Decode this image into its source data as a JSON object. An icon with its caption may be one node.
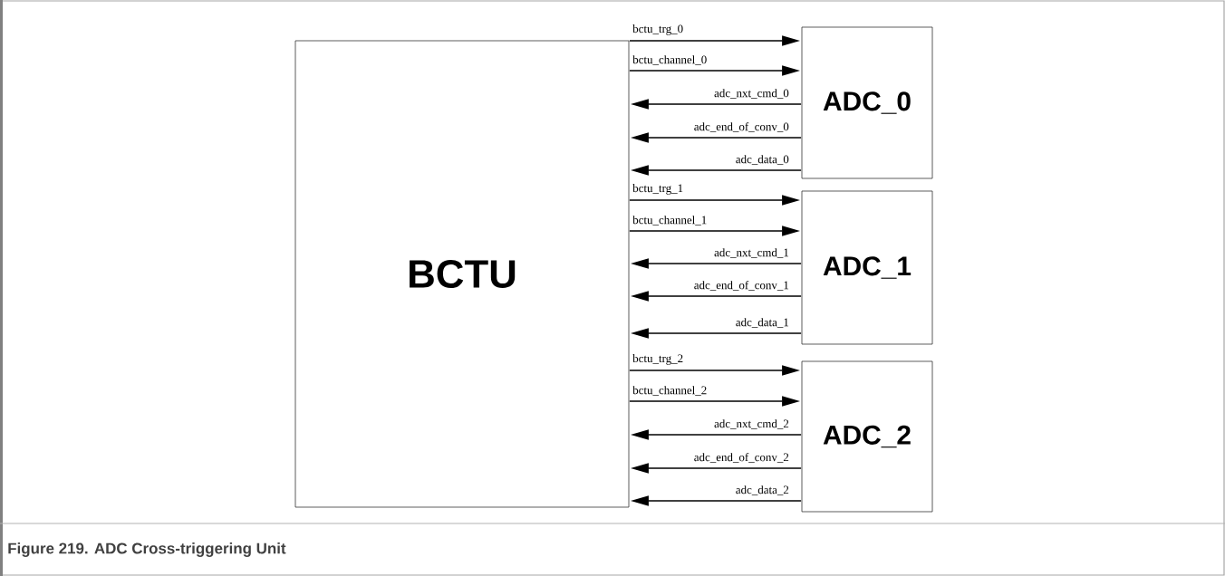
{
  "diagram": {
    "caption": "Figure 219.  ADC Cross-triggering Unit",
    "nodes": [
      {
        "text": [
          "BCTU"
        ]
      },
      {
        "text": [
          "ADC_0"
        ]
      },
      {
        "text": [
          "ADC_1"
        ]
      },
      {
        "text": [
          "ADC_2"
        ]
      }
    ],
    "edges": [
      {
        "from": 0,
        "to": 1,
        "arrow": "to",
        "label": "bctu_trg_0"
      },
      {
        "from": 0,
        "to": 1,
        "arrow": "to",
        "label": "bctu_channel_0"
      },
      {
        "from": 1,
        "to": 0,
        "arrow": "to",
        "label": "adc_nxt_cmd_0"
      },
      {
        "from": 1,
        "to": 0,
        "arrow": "to",
        "label": "adc_end_of_conv_0"
      },
      {
        "from": 1,
        "to": 0,
        "arrow": "to",
        "label": "adc_data_0"
      },
      {
        "from": 0,
        "to": 2,
        "arrow": "to",
        "label": "bctu_trg_1"
      },
      {
        "from": 0,
        "to": 2,
        "arrow": "to",
        "label": "bctu_channel_1"
      },
      {
        "from": 2,
        "to": 0,
        "arrow": "to",
        "label": "adc_nxt_cmd_1"
      },
      {
        "from": 2,
        "to": 0,
        "arrow": "to",
        "label": "adc_end_of_conv_1"
      },
      {
        "from": 2,
        "to": 0,
        "arrow": "to",
        "label": "adc_data_1"
      },
      {
        "from": 0,
        "to": 3,
        "arrow": "to",
        "label": "bctu_trg_2"
      },
      {
        "from": 0,
        "to": 3,
        "arrow": "to",
        "label": "bctu_channel_2"
      },
      {
        "from": 3,
        "to": 0,
        "arrow": "to",
        "label": "adc_nxt_cmd_2"
      },
      {
        "from": 3,
        "to": 0,
        "arrow": "to",
        "label": "adc_end_of_conv_2"
      },
      {
        "from": 3,
        "to": 0,
        "arrow": "to",
        "label": "adc_data_2"
      }
    ]
  }
}
